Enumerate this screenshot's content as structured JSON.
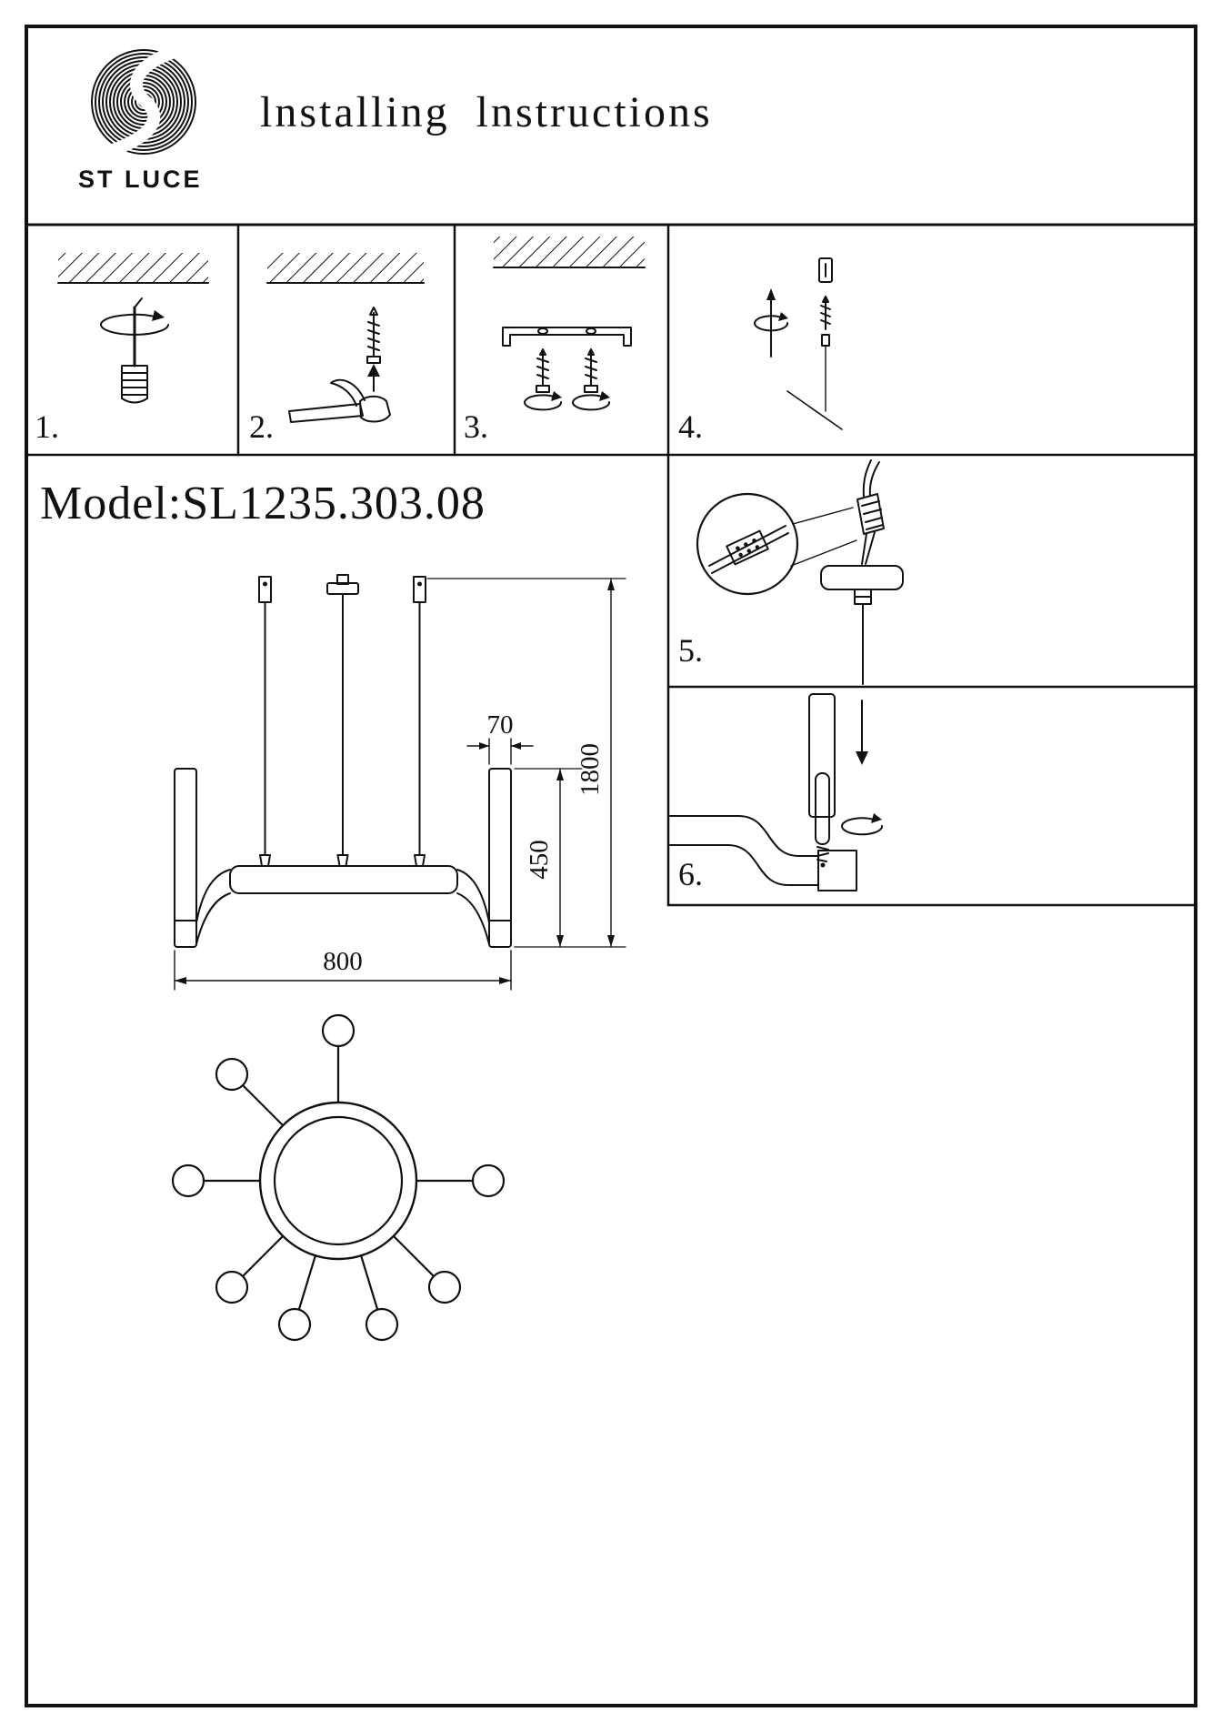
{
  "header": {
    "brand": "ST LUCE",
    "title": "lnstalling lnstructions"
  },
  "model": {
    "label": "Model:SL1235.303.08"
  },
  "steps": [
    {
      "number": "1."
    },
    {
      "number": "2."
    },
    {
      "number": "3."
    },
    {
      "number": "4."
    },
    {
      "number": "5."
    },
    {
      "number": "6."
    }
  ],
  "front_view": {
    "dim_candle_diameter": "70",
    "dim_total_height": "1800",
    "dim_fixture_height": "450",
    "dim_width": "800"
  }
}
